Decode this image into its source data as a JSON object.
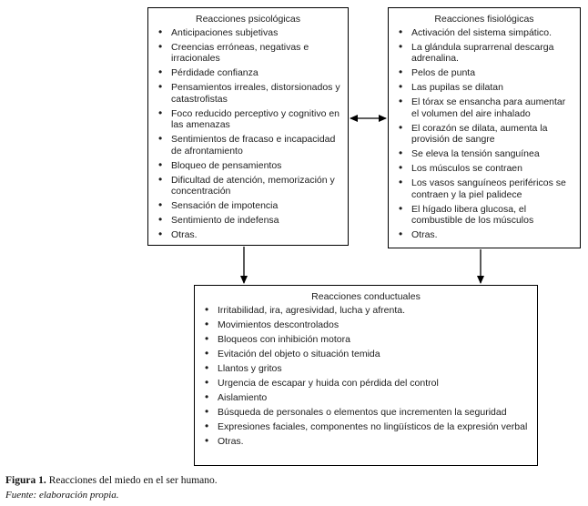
{
  "boxes": {
    "psychological": {
      "title": "Reacciones psicológicas",
      "items": [
        "Anticipaciones subjetivas",
        "Creencias erróneas, negativas e irracionales",
        "Pérdidade confianza",
        "Pensamientos irreales, distorsionados y catastrofistas",
        "Foco reducido perceptivo y cognitivo en las amenazas",
        "Sentimientos de fracaso e incapacidad de afrontamiento",
        "Bloqueo de pensamientos",
        "Dificultad de atención, memorización y concentración",
        "Sensación de impotencia",
        "Sentimiento de indefensa",
        "Otras."
      ]
    },
    "physiological": {
      "title": "Reacciones fisiológicas",
      "items": [
        "Activación del sistema simpático.",
        "La glándula suprarrenal descarga adrenalina.",
        "Pelos de punta",
        "Las pupilas se dilatan",
        "El tórax se ensancha para aumentar el volumen del aire inhalado",
        "El corazón se dilata, aumenta la provisión de sangre",
        "Se eleva la tensión sanguínea",
        "Los músculos se contraen",
        "Los vasos sanguíneos periféricos se contraen y la piel palidece",
        "El hígado libera glucosa, el combustible de los músculos",
        "Otras."
      ]
    },
    "behavioral": {
      "title": "Reacciones conductuales",
      "items": [
        "Irritabilidad, ira, agresividad, lucha y afrenta.",
        "Movimientos descontrolados",
        "Bloqueos con inhibición motora",
        "Evitación del objeto o situación temida",
        "Llantos y gritos",
        "Urgencia de escapar y huida con pérdida del control",
        "Aislamiento",
        "Búsqueda de personales o elementos que incrementen la seguridad",
        "Expresiones faciales, componentes no lingüísticos de la expresión verbal",
        "Otras."
      ]
    }
  },
  "arrows": {
    "horizontal": "bidirectional arrow between psychological and physiological boxes",
    "left_down": "down arrow from psychological box to behavioral box",
    "right_down": "down arrow from physiological box to behavioral box"
  },
  "figure": {
    "caption_label": "Figura 1.",
    "caption_text": "Reacciones del miedo en el ser humano.",
    "source": "Fuente: elaboración propia."
  },
  "colors": {
    "border": "#000000",
    "text": "#1c1c1c",
    "background": "#ffffff"
  }
}
